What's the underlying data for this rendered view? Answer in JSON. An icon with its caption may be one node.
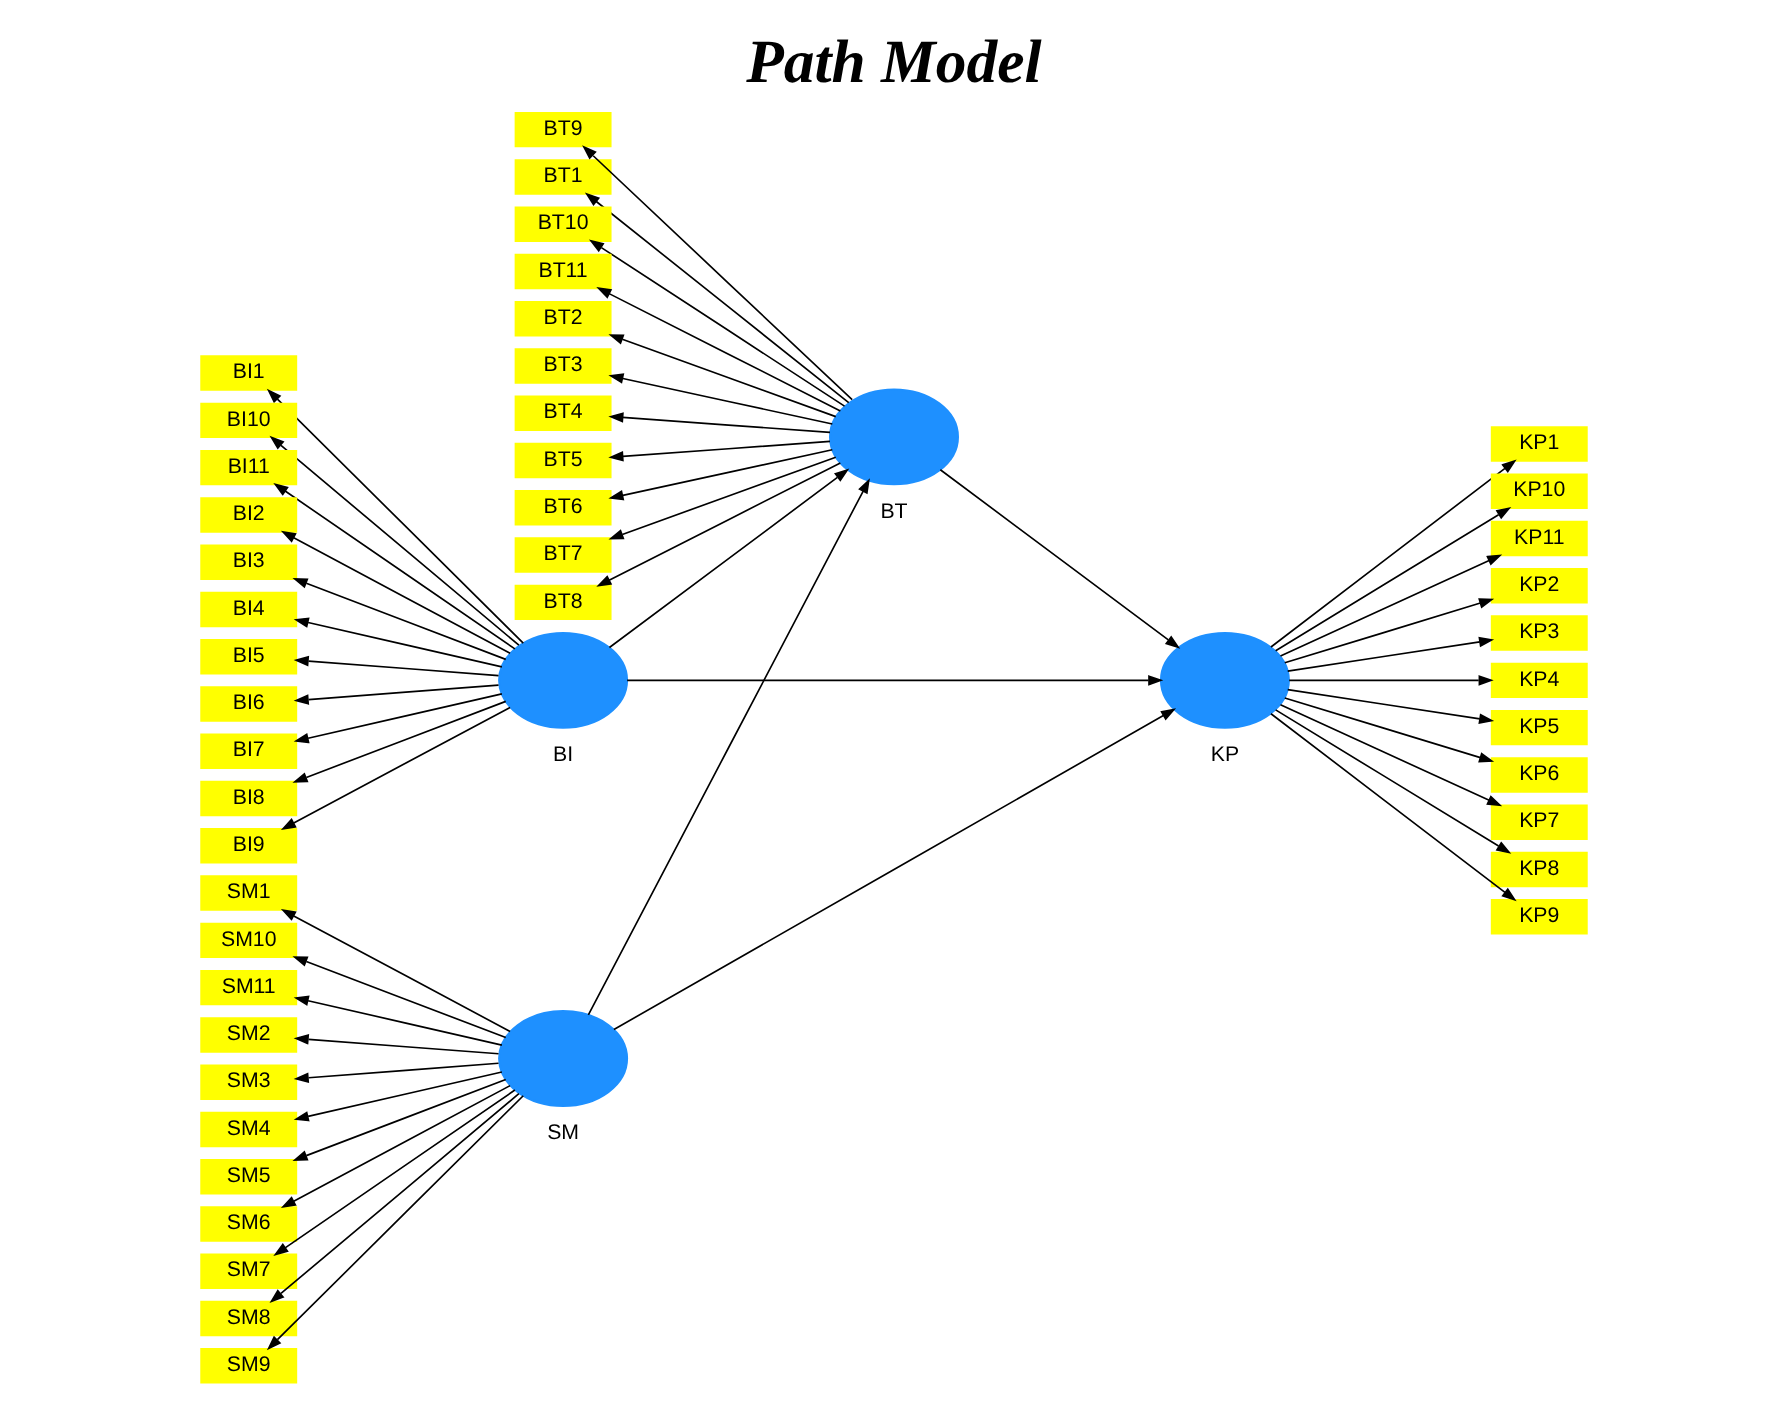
{
  "diagram": {
    "title": "Path Model",
    "nodes": [
      {
        "text": [],
        "shape": "circle",
        "beside": [
          "BI"
        ]
      },
      {
        "text": [
          "BI1"
        ]
      },
      {
        "text": [
          "BI10"
        ]
      },
      {
        "text": [
          "BI11"
        ]
      },
      {
        "text": [
          "BI2"
        ]
      },
      {
        "text": [
          "BI3"
        ]
      },
      {
        "text": [
          "BI4"
        ]
      },
      {
        "text": [
          "BI5"
        ]
      },
      {
        "text": [
          "BI6"
        ]
      },
      {
        "text": [
          "BI7"
        ]
      },
      {
        "text": [
          "BI8"
        ]
      },
      {
        "text": [
          "BI9"
        ]
      },
      {
        "text": [],
        "shape": "circle",
        "beside": [
          "SM"
        ]
      },
      {
        "text": [
          "SM1"
        ]
      },
      {
        "text": [
          "SM10"
        ]
      },
      {
        "text": [
          "SM11"
        ]
      },
      {
        "text": [
          "SM2"
        ]
      },
      {
        "text": [
          "SM3"
        ]
      },
      {
        "text": [
          "SM4"
        ]
      },
      {
        "text": [
          "SM5"
        ]
      },
      {
        "text": [
          "SM6"
        ]
      },
      {
        "text": [
          "SM7"
        ]
      },
      {
        "text": [
          "SM8"
        ]
      },
      {
        "text": [
          "SM9"
        ]
      },
      {
        "text": [],
        "shape": "circle",
        "beside": [
          "BT"
        ]
      },
      {
        "text": [
          "BT1"
        ]
      },
      {
        "text": [
          "BT10"
        ]
      },
      {
        "text": [
          "BT11"
        ]
      },
      {
        "text": [
          "BT2"
        ]
      },
      {
        "text": [
          "BT3"
        ]
      },
      {
        "text": [
          "BT4"
        ]
      },
      {
        "text": [
          "BT5"
        ]
      },
      {
        "text": [
          "BT6"
        ]
      },
      {
        "text": [
          "BT7"
        ]
      },
      {
        "text": [
          "BT8"
        ]
      },
      {
        "text": [
          "BT9"
        ]
      },
      {
        "text": [],
        "shape": "circle",
        "beside": [
          "KP"
        ]
      },
      {
        "text": [
          "KP1"
        ]
      },
      {
        "text": [
          "KP10"
        ]
      },
      {
        "text": [
          "KP11"
        ]
      },
      {
        "text": [
          "KP2"
        ]
      },
      {
        "text": [
          "KP3"
        ]
      },
      {
        "text": [
          "KP4"
        ]
      },
      {
        "text": [
          "KP5"
        ]
      },
      {
        "text": [
          "KP6"
        ]
      },
      {
        "text": [
          "KP7"
        ]
      },
      {
        "text": [
          "KP8"
        ]
      },
      {
        "text": [
          "KP9"
        ]
      }
    ],
    "edges": [
      {
        "from": 0,
        "to": 1,
        "arrow": "to"
      },
      {
        "from": 0,
        "to": 2,
        "arrow": "to"
      },
      {
        "from": 0,
        "to": 3,
        "arrow": "to"
      },
      {
        "from": 0,
        "to": 4,
        "arrow": "to"
      },
      {
        "from": 0,
        "to": 5,
        "arrow": "to"
      },
      {
        "from": 0,
        "to": 6,
        "arrow": "to"
      },
      {
        "from": 0,
        "to": 7,
        "arrow": "to"
      },
      {
        "from": 0,
        "to": 8,
        "arrow": "to"
      },
      {
        "from": 0,
        "to": 9,
        "arrow": "to"
      },
      {
        "from": 0,
        "to": 10,
        "arrow": "to"
      },
      {
        "from": 0,
        "to": 11,
        "arrow": "to"
      },
      {
        "from": 12,
        "to": 13,
        "arrow": "to"
      },
      {
        "from": 12,
        "to": 14,
        "arrow": "to"
      },
      {
        "from": 12,
        "to": 15,
        "arrow": "to"
      },
      {
        "from": 12,
        "to": 16,
        "arrow": "to"
      },
      {
        "from": 12,
        "to": 17,
        "arrow": "to"
      },
      {
        "from": 12,
        "to": 18,
        "arrow": "to"
      },
      {
        "from": 12,
        "to": 19,
        "arrow": "to"
      },
      {
        "from": 12,
        "to": 20,
        "arrow": "to"
      },
      {
        "from": 12,
        "to": 21,
        "arrow": "to"
      },
      {
        "from": 12,
        "to": 22,
        "arrow": "to"
      },
      {
        "from": 12,
        "to": 23,
        "arrow": "to"
      },
      {
        "from": 24,
        "to": 25,
        "arrow": "to"
      },
      {
        "from": 24,
        "to": 26,
        "arrow": "to"
      },
      {
        "from": 24,
        "to": 27,
        "arrow": "to"
      },
      {
        "from": 24,
        "to": 28,
        "arrow": "to"
      },
      {
        "from": 24,
        "to": 29,
        "arrow": "to"
      },
      {
        "from": 24,
        "to": 30,
        "arrow": "to"
      },
      {
        "from": 24,
        "to": 31,
        "arrow": "to"
      },
      {
        "from": 24,
        "to": 32,
        "arrow": "to"
      },
      {
        "from": 24,
        "to": 33,
        "arrow": "to"
      },
      {
        "from": 24,
        "to": 34,
        "arrow": "to"
      },
      {
        "from": 24,
        "to": 35,
        "arrow": "to"
      },
      {
        "from": 36,
        "to": 37,
        "arrow": "to"
      },
      {
        "from": 36,
        "to": 38,
        "arrow": "to"
      },
      {
        "from": 36,
        "to": 39,
        "arrow": "to"
      },
      {
        "from": 36,
        "to": 40,
        "arrow": "to"
      },
      {
        "from": 36,
        "to": 41,
        "arrow": "to"
      },
      {
        "from": 36,
        "to": 42,
        "arrow": "to"
      },
      {
        "from": 36,
        "to": 43,
        "arrow": "to"
      },
      {
        "from": 36,
        "to": 44,
        "arrow": "to"
      },
      {
        "from": 36,
        "to": 45,
        "arrow": "to"
      },
      {
        "from": 36,
        "to": 46,
        "arrow": "to"
      },
      {
        "from": 36,
        "to": 47,
        "arrow": "to"
      },
      {
        "from": 0,
        "to": 24,
        "arrow": "to"
      },
      {
        "from": 0,
        "to": 36,
        "arrow": "to"
      },
      {
        "from": 12,
        "to": 24,
        "arrow": "to"
      },
      {
        "from": 12,
        "to": 36,
        "arrow": "to"
      },
      {
        "from": 24,
        "to": 36,
        "arrow": "to"
      }
    ]
  }
}
